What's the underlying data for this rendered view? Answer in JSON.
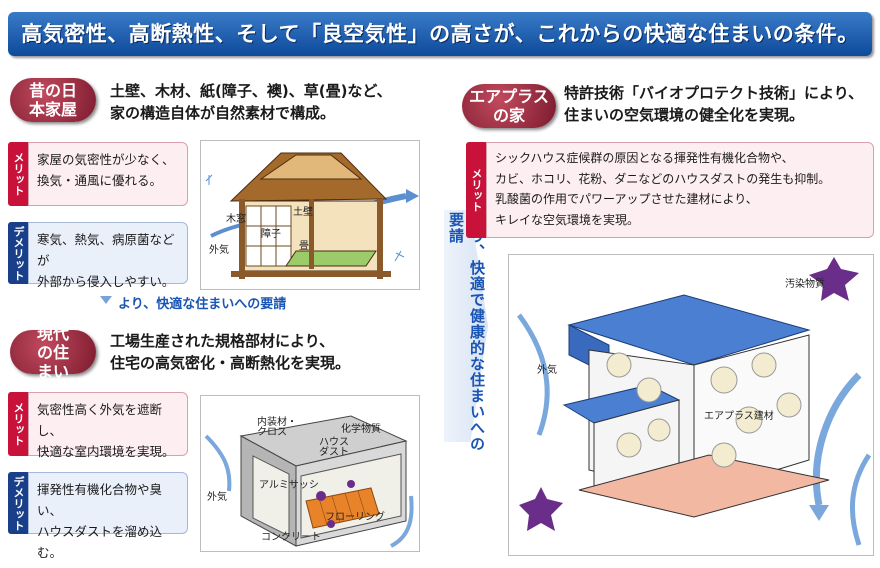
{
  "header": {
    "title": "高気密性、高断熱性、そして「良空気性」の高さが、これからの快適な住まいの条件。"
  },
  "old_house": {
    "badge": "昔の日本家屋",
    "lead_1": "土壁、木材、紙(障子、襖)、草(畳)など、",
    "lead_2": "家の構造自体が自然素材で構成。",
    "merit_tag": "メリット",
    "merit_1": "家屋の気密性が少なく、",
    "merit_2": "換気・通風に優れる。",
    "demerit_tag": "デメリット",
    "demerit_1": "寒気、熱気、病原菌などが",
    "demerit_2": "外部から侵入しやすい。",
    "labels": {
      "mokuzai": "木窓",
      "tsuchikabe": "土壁",
      "shoji": "障子",
      "tatami": "畳",
      "gaiki": "外気"
    }
  },
  "transition_left": "より、快適な住まいへの要請",
  "modern_house": {
    "badge": "現代の住まい",
    "lead_1": "工場生産された規格部材により、",
    "lead_2": "住宅の高気密化・高断熱化を実現。",
    "merit_tag": "メリット",
    "merit_1": "気密性高く外気を遮断し、",
    "merit_2": "快適な室内環境を実現。",
    "demerit_tag": "デメリット",
    "demerit_1": "揮発性有機化合物や臭い、",
    "demerit_2": "ハウスダストを溜め込む。",
    "labels": {
      "naisou": "内装材・",
      "cross": "クロス",
      "kagaku": "化学物質",
      "house": "ハウス",
      "dust": "ダスト",
      "alumi": "アルミサッシ",
      "gaiki": "外気",
      "flooring": "フローリング",
      "concrete": "コンクリート"
    }
  },
  "transition_center": "より、快適で健康的な住まいへの要請",
  "air_plus": {
    "badge": "エアプラスの家",
    "lead_1": "特許技術「バイオプロテクト技術」により、",
    "lead_2": "住まいの空気環境の健全化を実現。",
    "merit_tag": "メリット",
    "merit_1": "シックハウス症候群の原因となる揮発性有機化合物や、",
    "merit_2": "カビ、ホコリ、花粉、ダニなどのハウスダストの発生も抑制。",
    "merit_3": "乳酸菌の作用でパワーアップさせた建材により、",
    "merit_4": "キレイな空気環境を実現。",
    "labels": {
      "osen": "汚染物質",
      "gaiki": "外気",
      "kenzai": "エアプラス建材"
    }
  },
  "colors": {
    "header": "#0d4a9a",
    "badge": "#7c1a2e",
    "merit": "#c8123a",
    "demerit": "#1a3f8a",
    "accent_text": "#1a55b4"
  }
}
